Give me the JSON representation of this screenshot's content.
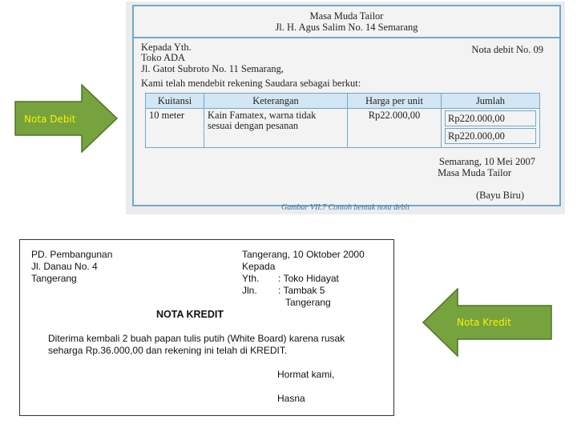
{
  "debit": {
    "tailor": "Masa Muda Tailor",
    "address": "Jl. H. Agus Salim No. 14 Semarang",
    "kepada": "Kepada Yth.",
    "toko": "Toko ADA",
    "jalan": "Jl. Gatot Subroto No. 11 Semarang,",
    "number": "Nota debit No. 09",
    "intro": "Kami telah mendebit rekening Saudara sebagai berkut:",
    "table": {
      "headers": [
        "Kuitansi",
        "Keterangan",
        "Harga per unit",
        "Jumlah"
      ],
      "row": {
        "kuitansi": "10 meter",
        "keterangan_1": "Kain Famatex, warna tidak",
        "keterangan_2": "sesuai dengan pesanan",
        "harga": "Rp22.000,00",
        "jumlah_1": "Rp220.000,00",
        "jumlah_2": "Rp220.000,00"
      }
    },
    "date": "Semarang, 10 Mei 2007",
    "sign_company": "Masa Muda Tailor",
    "signer": "(Bayu Biru)",
    "caption": "Gambar VII.7 Contoh bentuk nota debit"
  },
  "credit": {
    "company": "PD. Pembangunan",
    "street": "Jl. Danau No. 4",
    "city": "Tangerang",
    "date": "Tangerang, 10 Oktober 2000",
    "kepada": "Kepada",
    "yth_label": "Yth.",
    "yth_value": ": Toko Hidayat",
    "jln_label": "Jln.",
    "jln_value": ": Tambak 5",
    "jln_city": "Tangerang",
    "title": "NOTA KREDIT",
    "body_1": "Diterima kembali 2 buah papan tulis putih (White Board) karena rusak",
    "body_2": "seharga Rp.36.000,00 dan rekening ini telah di KREDIT.",
    "closing": "Hormat kami,",
    "signer": "Hasna"
  },
  "arrows": {
    "debit_label": "Nota Debit",
    "credit_label": "Nota Kredit",
    "fill": "#77a33f",
    "stroke": "#4f7328",
    "text_color": "#f6f100"
  }
}
